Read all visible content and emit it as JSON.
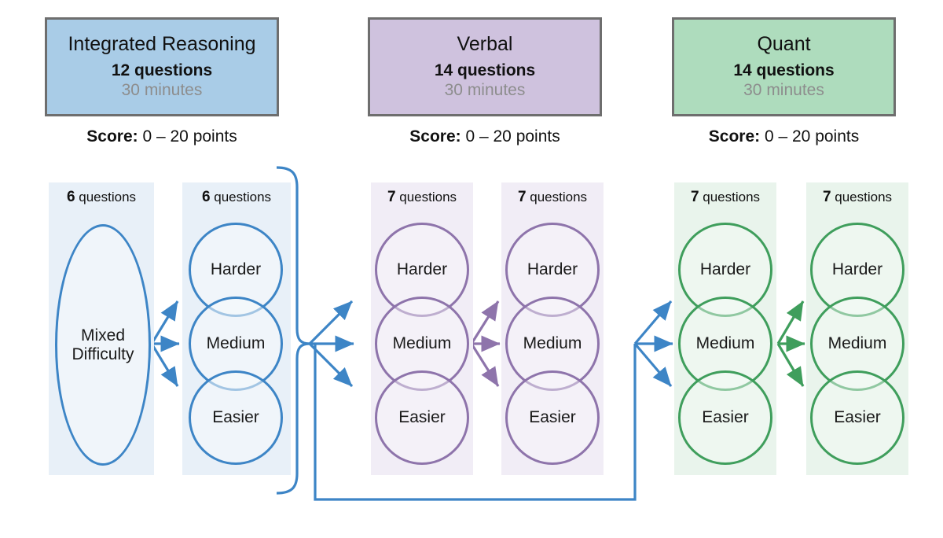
{
  "diagram": {
    "title_semantic": "gmat-section-adaptive-structure",
    "sections": [
      {
        "key": "ir",
        "name": "Integrated Reasoning",
        "questions": "12 questions",
        "minutes": "30 minutes",
        "score": "Score:",
        "score_value": "0 – 20 points",
        "color": "#3d85c6",
        "header_fill": "#a9cce7",
        "panel_fill": "#e8f0f8",
        "columns": [
          {
            "caption_count": "6",
            "caption_word": "questions",
            "nodes": [
              "Mixed\nDifficulty"
            ]
          },
          {
            "caption_count": "6",
            "caption_word": "questions",
            "nodes": [
              "Harder",
              "Medium",
              "Easier"
            ]
          }
        ]
      },
      {
        "key": "verbal",
        "name": "Verbal",
        "questions": "14 questions",
        "minutes": "30 minutes",
        "score": "Score:",
        "score_value": "0 – 20 points",
        "color": "#8e74ab",
        "header_fill": "#cfc2de",
        "panel_fill": "#f1edf6",
        "columns": [
          {
            "caption_count": "7",
            "caption_word": "questions",
            "nodes": [
              "Harder",
              "Medium",
              "Easier"
            ]
          },
          {
            "caption_count": "7",
            "caption_word": "questions",
            "nodes": [
              "Harder",
              "Medium",
              "Easier"
            ]
          }
        ]
      },
      {
        "key": "quant",
        "name": "Quant",
        "questions": "14 questions",
        "minutes": "30 minutes",
        "score": "Score:",
        "score_value": "0 – 20 points",
        "color": "#3f9e5c",
        "header_fill": "#aedcbd",
        "panel_fill": "#e9f4ec",
        "columns": [
          {
            "caption_count": "7",
            "caption_word": "questions",
            "nodes": [
              "Harder",
              "Medium",
              "Easier"
            ]
          },
          {
            "caption_count": "7",
            "caption_word": "questions",
            "nodes": [
              "Harder",
              "Medium",
              "Easier"
            ]
          }
        ]
      }
    ],
    "node_labels": {
      "mixed_line1": "Mixed",
      "mixed_line2": "Difficulty",
      "harder": "Harder",
      "medium": "Medium",
      "easier": "Easier"
    },
    "connector_colors": {
      "blue": "#3d85c6",
      "purple": "#8e74ab",
      "green": "#3f9e5c"
    },
    "border_gray": "#6e6e6e"
  }
}
